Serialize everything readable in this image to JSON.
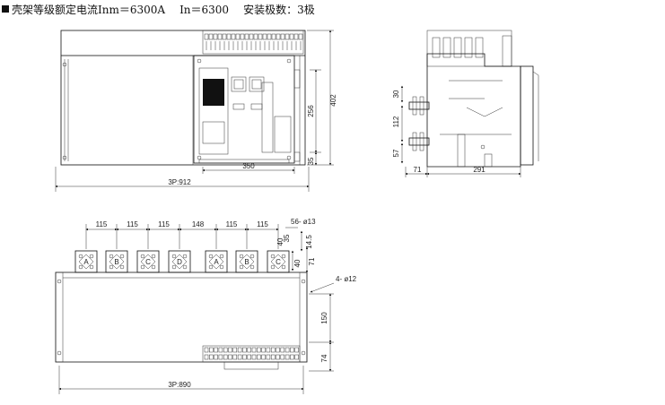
{
  "header": {
    "frame_spec": "壳架等级额定电流Inm＝6300A",
    "rated_current": "In＝6300",
    "poles": "安装极数：3极"
  },
  "front_view": {
    "dim_height_total": "402",
    "dim_height_panel": "256",
    "dim_bottom": "35",
    "dim_panel_width": "350",
    "dim_overall_width": "3P:912"
  },
  "side_view": {
    "dim_top_bus": "30",
    "dim_bus_pitch": "112",
    "dim_bottom_bus": "57",
    "dim_bus_depth": "71",
    "dim_body_depth": "291"
  },
  "bottom_view": {
    "pitches": [
      "115",
      "115",
      "115",
      "148",
      "115",
      "115"
    ],
    "hole_spec": "56- ø13",
    "dim_pad_a": "14.5",
    "dim_pad_b": "40",
    "dim_pad_c": "35",
    "dim_pad_d": "40",
    "dim_pad_e": "71",
    "mount_spec": "4- ø12",
    "dim_mount_pitch": "150",
    "dim_mount_bottom": "74",
    "dim_overall_width": "3P:890",
    "terminal_labels": [
      "A",
      "B",
      "C",
      "D",
      "A",
      "B",
      "C"
    ]
  }
}
